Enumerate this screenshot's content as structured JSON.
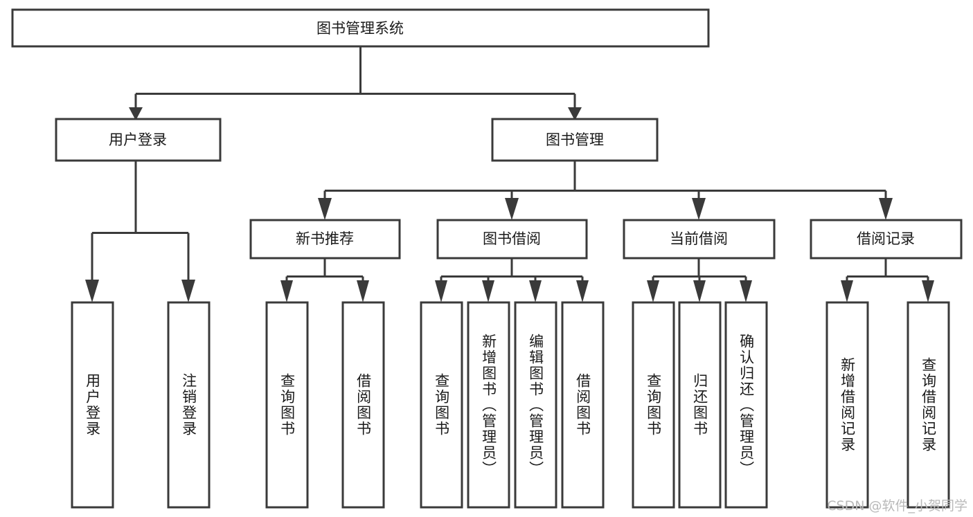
{
  "diagram": {
    "type": "tree",
    "title": "图书管理系统",
    "orientation": "top-down",
    "colors": {
      "stroke": "#3a3a3a",
      "box_fill": "#ffffff",
      "text": "#1a1a1a",
      "background": "#ffffff",
      "watermark": "#b9b9b9"
    },
    "root": {
      "label": "图书管理系统"
    },
    "level2": [
      {
        "label": "用户登录"
      },
      {
        "label": "图书管理"
      }
    ],
    "level3": [
      {
        "label": "新书推荐"
      },
      {
        "label": "图书借阅"
      },
      {
        "label": "当前借阅"
      },
      {
        "label": "借阅记录"
      }
    ],
    "leaves": {
      "user_login": [
        {
          "label": "用户登录"
        },
        {
          "label": "注销登录"
        }
      ],
      "new_book_recommend": [
        {
          "label": "查询图书"
        },
        {
          "label": "借阅图书"
        }
      ],
      "book_borrow": [
        {
          "label": "查询图书"
        },
        {
          "label": "新增图书（管理员）"
        },
        {
          "label": "编辑图书（管理员）"
        },
        {
          "label": "借阅图书"
        }
      ],
      "current_borrow": [
        {
          "label": "查询图书"
        },
        {
          "label": "归还图书"
        },
        {
          "label": "确认归还（管理员）"
        }
      ],
      "borrow_record": [
        {
          "label": "新增借阅记录"
        },
        {
          "label": "查询借阅记录"
        }
      ]
    }
  },
  "watermark": {
    "text": "CSDN @软件_小贺同学"
  }
}
